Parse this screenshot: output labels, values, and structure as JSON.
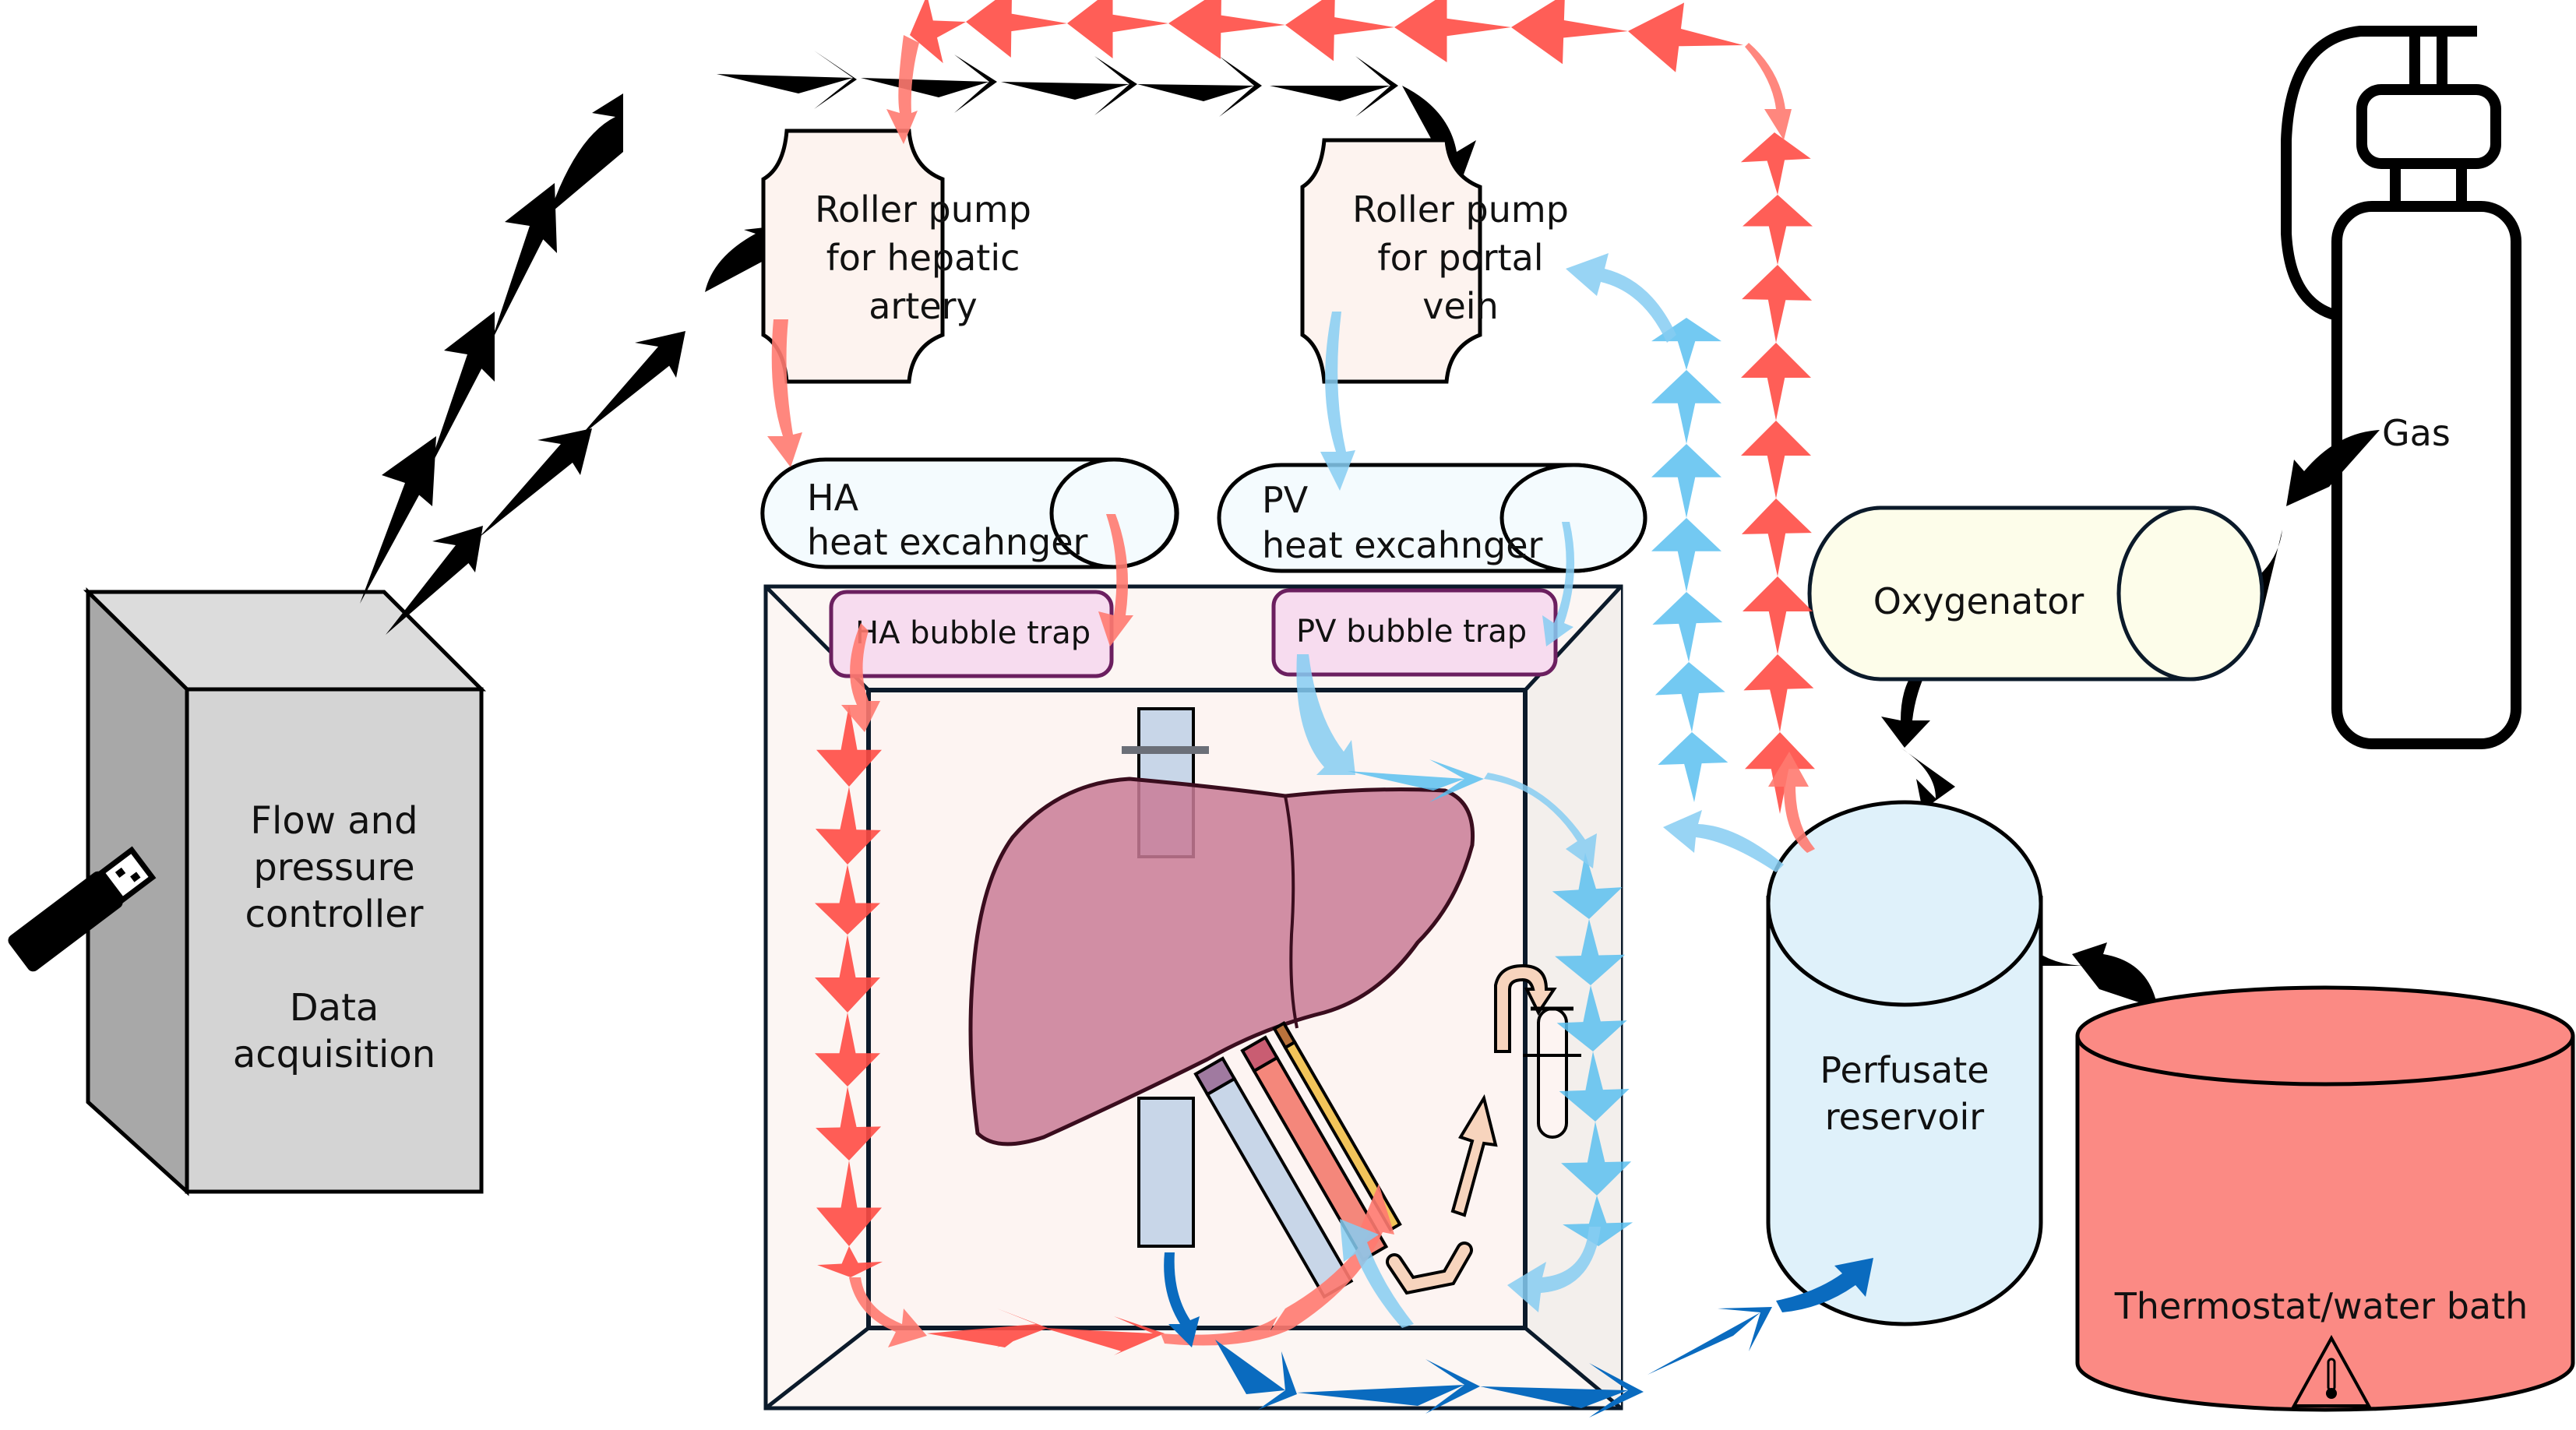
{
  "diagram": {
    "type": "normothermic liver machine perfusion circuit",
    "colors": {
      "arterial": "#ff4d45",
      "arterial_light": "#ff7a70",
      "portal": "#5bbff0",
      "portal_light": "#86cdf2",
      "outflow": "#0a6bbf",
      "control": "#000000",
      "controller_front": "#d4d4d4",
      "controller_side": "#a8a8a8",
      "controller_top": "#dcdcdc",
      "pump_fill": "#fdf3ef",
      "heat_exchanger_fill": "#f4fbfe",
      "bubble_trap_fill": "#f7dcef",
      "bubble_trap_stroke": "#6b1f5f",
      "chamber_fill": "#fcf6f3",
      "liver_fill": "#d391a8",
      "oxygenator_fill": "#fdfdea",
      "reservoir_fill": "#dff1fa",
      "water_bath_fill": "#fb8a84"
    },
    "nodes": {
      "controller": {
        "line1": "Flow and",
        "line2": "pressure",
        "line3": "controller",
        "line4": "Data",
        "line5": "acquisition"
      },
      "ha_pump": {
        "line1": "Roller pump",
        "line2": "for hepatic",
        "line3": "artery"
      },
      "pv_pump": {
        "line1": "Roller pump",
        "line2": "for portal",
        "line3": "vein"
      },
      "ha_heat_exchanger": {
        "line1": "HA",
        "line2": "heat excahnger"
      },
      "pv_heat_exchanger": {
        "line1": "PV",
        "line2": "heat excahnger"
      },
      "ha_bubble_trap": {
        "label": "HA bubble trap"
      },
      "pv_bubble_trap": {
        "label": "PV bubble trap"
      },
      "oxygenator": {
        "label": "Oxygenator"
      },
      "gas": {
        "label": "Gas"
      },
      "reservoir": {
        "line1": "Perfusate",
        "line2": "reservoir"
      },
      "water_bath": {
        "label": "Thermostat/water bath"
      }
    },
    "icons": [
      "usb-drive-icon",
      "gas-cylinder-icon",
      "thermometer-warning-icon",
      "bile-collection-tube-icon"
    ]
  }
}
